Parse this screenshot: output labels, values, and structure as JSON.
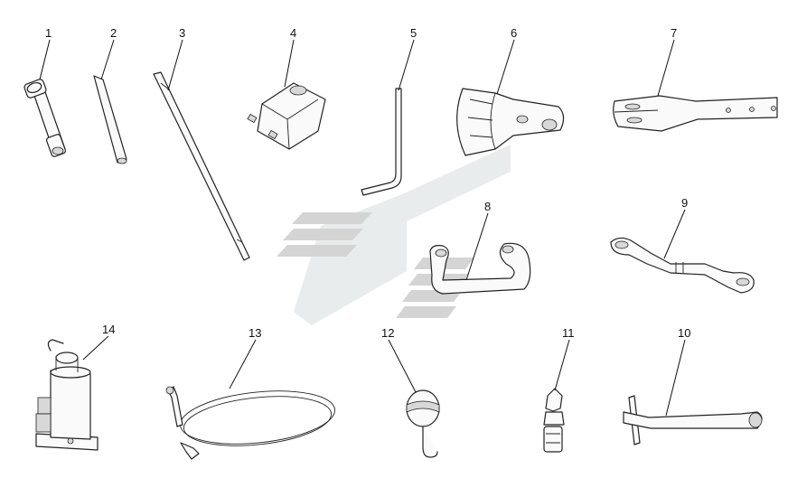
{
  "diagram": {
    "callouts": [
      "1",
      "2",
      "3",
      "4",
      "5",
      "6",
      "7",
      "8",
      "9",
      "10",
      "11",
      "12",
      "13",
      "14"
    ]
  },
  "colors": {
    "line": "#222222",
    "watermark": "#d4d4d4",
    "watermark_light": "#e9ecec",
    "background": "#ffffff"
  }
}
